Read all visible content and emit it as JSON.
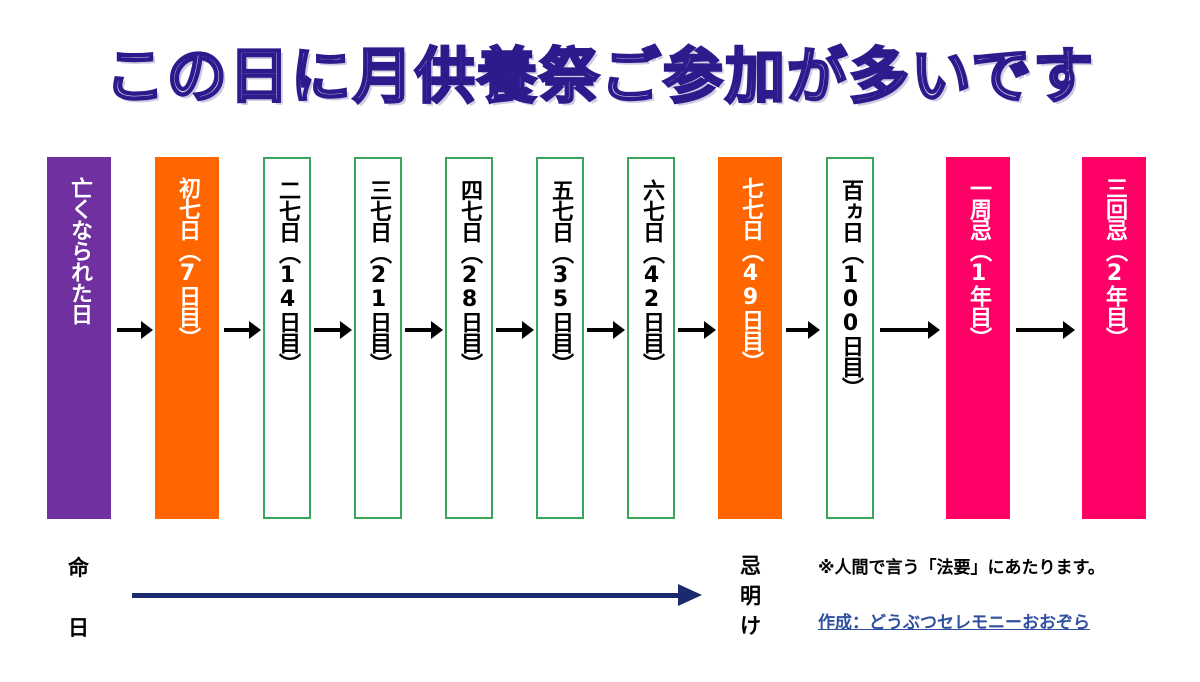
{
  "title": "この日に月供養祭ご参加が多いです",
  "stages": [
    {
      "label": "亡くなられた日",
      "color": "#7030a0"
    },
    {
      "label": "初七日（7日目）",
      "color": "#ff6600"
    },
    {
      "label": "二七日（14日目）",
      "color": "#ffffff"
    },
    {
      "label": "三七日（21日目）",
      "color": "#ffffff"
    },
    {
      "label": "四七日（28日目）",
      "color": "#ffffff"
    },
    {
      "label": "五七日（35日目）",
      "color": "#ffffff"
    },
    {
      "label": "六七日（42日目）",
      "color": "#ffffff"
    },
    {
      "label": "七七日（49日目）",
      "color": "#ff6600"
    },
    {
      "label": "百ヵ日（100日目）",
      "color": "#ffffff"
    },
    {
      "label": "一周忌（1年目）",
      "color": "#ff0066"
    },
    {
      "label": "三回忌（2年目）",
      "color": "#ff0066"
    }
  ],
  "timeline": {
    "start_top": "命",
    "start_bottom": "日",
    "end_chars": [
      "忌",
      "明",
      "け"
    ]
  },
  "note": "※人間で言う「法要」にあたります。",
  "credit": "作成：どうぶつセレモニーおおぞら"
}
